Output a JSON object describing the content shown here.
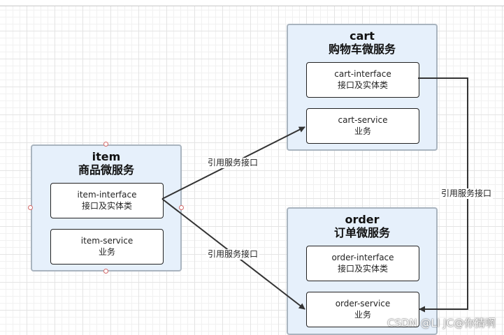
{
  "services": {
    "item": {
      "name": "item",
      "subtitle": "商品微服务",
      "interface": {
        "name": "item-interface",
        "desc": "接口及实体类"
      },
      "service": {
        "name": "item-service",
        "desc": "业务"
      }
    },
    "cart": {
      "name": "cart",
      "subtitle": "购物车微服务",
      "interface": {
        "name": "cart-interface",
        "desc": "接口及实体类"
      },
      "service": {
        "name": "cart-service",
        "desc": "业务"
      }
    },
    "order": {
      "name": "order",
      "subtitle": "订单微服务",
      "interface": {
        "name": "order-interface",
        "desc": "接口及实体类"
      },
      "service": {
        "name": "order-service",
        "desc": "业务"
      }
    }
  },
  "edges": {
    "item_to_cart": "引用服务接口",
    "item_to_order": "引用服务接口",
    "cart_to_order": "引用服务接口"
  },
  "watermark": "CSDN @LI JC@你猜啊",
  "colors": {
    "service_fill": "#e6f0fb",
    "service_border": "#a9b4bf",
    "handle": "#d46a6a",
    "arrow": "#333333"
  }
}
